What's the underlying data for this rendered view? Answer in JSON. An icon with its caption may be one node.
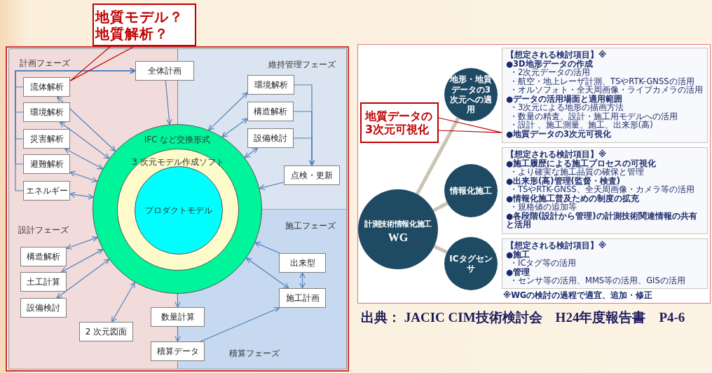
{
  "diagram": {
    "caption": "出典： JACIC CIM技術検討会　H24年度報告書　P4-6",
    "nodes": [
      {
        "text": [
          "全体計画"
        ]
      },
      {
        "text": [
          "流体解析"
        ]
      },
      {
        "text": [
          "環境解析"
        ]
      },
      {
        "text": [
          "災害解析"
        ]
      },
      {
        "text": [
          "避難解析"
        ]
      },
      {
        "text": [
          "エネルギー"
        ]
      },
      {
        "text": [
          "環境解析"
        ]
      },
      {
        "text": [
          "構造解析"
        ]
      },
      {
        "text": [
          "設備検討"
        ]
      },
      {
        "text": [
          "点検・更新"
        ]
      },
      {
        "text": [
          "IFC など交換形式"
        ]
      },
      {
        "text": [
          "3 次元モデル作成ソフト"
        ],
        "in": 10
      },
      {
        "text": [
          "プロダクトモデル"
        ],
        "in": 11
      },
      {
        "text": [
          "構造解析"
        ]
      },
      {
        "text": [
          "土工計算"
        ]
      },
      {
        "text": [
          "設備検討"
        ]
      },
      {
        "text": [
          "2 次元図面"
        ]
      },
      {
        "text": [
          "数量計算"
        ]
      },
      {
        "text": [
          "積算データ"
        ]
      },
      {
        "text": [
          "出来型"
        ]
      },
      {
        "text": [
          "施工計画"
        ]
      },
      {
        "text": [
          "地質モデル？地質解析？"
        ]
      },
      {
        "text": [
          "計測技術情報化施工",
          "WG"
        ]
      },
      {
        "text": [
          "地形・地質データの3次元への適用"
        ]
      },
      {
        "text": [
          "【想定される検討項目】※",
          "●3D地形データの作成",
          "・2次元データの活用",
          "・航空・地上レーザ計測、TSやRTK-GNSSの活用",
          "・オルソフォト・全天周画像・ライブカメラの活用",
          "●データの活用場面と適用範囲",
          "・3次元による地形の描画方法",
          "・数量の精査、設計・施工用モデルへの活用",
          "・設計 、施工測量、施工、出来形(高)",
          "●地質データの3次元可視化"
        ]
      },
      {
        "text": [
          "情報化施工"
        ]
      },
      {
        "text": [
          "【想定される検討項目】※",
          "●施工履歴による施工プロセスの可視化",
          "・より確実な施工品質の確保と管理",
          "●出来形(高)管理(監督・検査)",
          "・TSやRTK-GNSS、全天周画像・カメラ等の活用",
          "●情報化施工普及ための制度の拡充",
          "・規格値の追加等",
          "●各段階(設計から管理)の計測技術関連情報の共有と活用"
        ]
      },
      {
        "text": [
          "ICタグセンサ"
        ]
      },
      {
        "text": [
          "【想定される検討項目】※",
          "●施工",
          "・ICタグ等の活用",
          "●管理",
          "・センサ等の活用、MMS等の活用、GISの活用"
        ]
      },
      {
        "text": [
          "地質データの3次元可視化"
        ]
      }
    ],
    "edges": [
      {
        "from": 1,
        "to": 0,
        "arrow": "to"
      },
      {
        "from": 2,
        "to": 0,
        "arrow": "to"
      },
      {
        "from": 3,
        "to": 0,
        "arrow": "to"
      },
      {
        "from": 4,
        "to": 0,
        "arrow": "to"
      },
      {
        "from": 5,
        "to": 0,
        "arrow": "to"
      },
      {
        "from": 0,
        "to": 10,
        "arrow": "to"
      },
      {
        "from": 1,
        "to": 10,
        "arrow": "both"
      },
      {
        "from": 2,
        "to": 10,
        "arrow": "both"
      },
      {
        "from": 3,
        "to": 10,
        "arrow": "both"
      },
      {
        "from": 4,
        "to": 10,
        "arrow": "both"
      },
      {
        "from": 5,
        "to": 10,
        "arrow": "both"
      },
      {
        "from": 6,
        "to": 10,
        "arrow": "both"
      },
      {
        "from": 7,
        "to": 10,
        "arrow": "both"
      },
      {
        "from": 8,
        "to": 10,
        "arrow": "both"
      },
      {
        "from": 6,
        "to": 9,
        "arrow": "to"
      },
      {
        "from": 7,
        "to": 9,
        "arrow": "to"
      },
      {
        "from": 8,
        "to": 9,
        "arrow": "to"
      },
      {
        "from": 9,
        "to": 10,
        "arrow": "to"
      },
      {
        "from": 13,
        "to": 10,
        "arrow": "both"
      },
      {
        "from": 14,
        "to": 10,
        "arrow": "both"
      },
      {
        "from": 15,
        "to": 10,
        "arrow": "both"
      },
      {
        "from": 16,
        "to": 10,
        "arrow": "both"
      },
      {
        "from": 10,
        "to": 17,
        "arrow": "to"
      },
      {
        "from": 17,
        "to": 18,
        "arrow": "to"
      },
      {
        "from": 18,
        "to": 20,
        "arrow": "to"
      },
      {
        "from": 19,
        "to": 20,
        "arrow": "both"
      },
      {
        "from": 19,
        "to": 10,
        "arrow": "to"
      },
      {
        "from": 20,
        "to": 10,
        "arrow": "both"
      },
      {
        "from": 21,
        "to": 1,
        "arrow": "none",
        "color": "#c00000"
      },
      {
        "from": 22,
        "to": 23,
        "arrow": "none",
        "style": "thick",
        "color": "#cbc3b3"
      },
      {
        "from": 22,
        "to": 25,
        "arrow": "none",
        "style": "thick",
        "color": "#cbc3b3"
      },
      {
        "from": 22,
        "to": 27,
        "arrow": "none",
        "style": "thick",
        "color": "#cbc3b3"
      },
      {
        "from": 29,
        "to": 24,
        "arrow": "none",
        "color": "#c00000"
      }
    ],
    "labels": [
      "計画フェーズ",
      "維持管理フェーズ",
      "設計フェーズ",
      "施工フェーズ",
      "積算フェーズ",
      "※WGの検討の過程で適宜、追加・修正"
    ]
  }
}
